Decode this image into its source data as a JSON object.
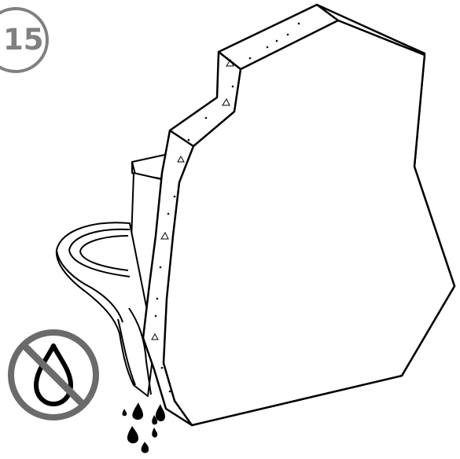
{
  "step": {
    "number": "15"
  },
  "icons": {
    "no_water": "no-water-icon",
    "water_drops": "water-drops-icon",
    "toilet": "wall-hung-toilet",
    "wall": "wall-panel"
  },
  "colors": {
    "badge": "#808080",
    "prohibition": "#6b6b6b",
    "line": "#000000",
    "background": "#ffffff"
  }
}
